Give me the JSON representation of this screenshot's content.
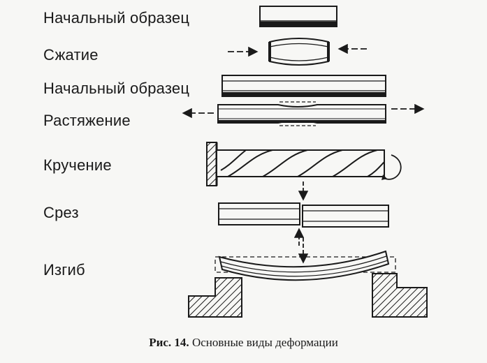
{
  "labels": {
    "initial_1": "Начальный образец",
    "compression": "Сжатие",
    "initial_2": "Начальный образец",
    "tension": "Растяжение",
    "torsion": "Кручение",
    "shear": "Срез",
    "bending": "Изгиб"
  },
  "caption": {
    "number": "Рис. 14.",
    "text": "Основные виды деформации"
  },
  "colors": {
    "ink": "#1a1a1a",
    "paper": "#f7f7f5"
  }
}
